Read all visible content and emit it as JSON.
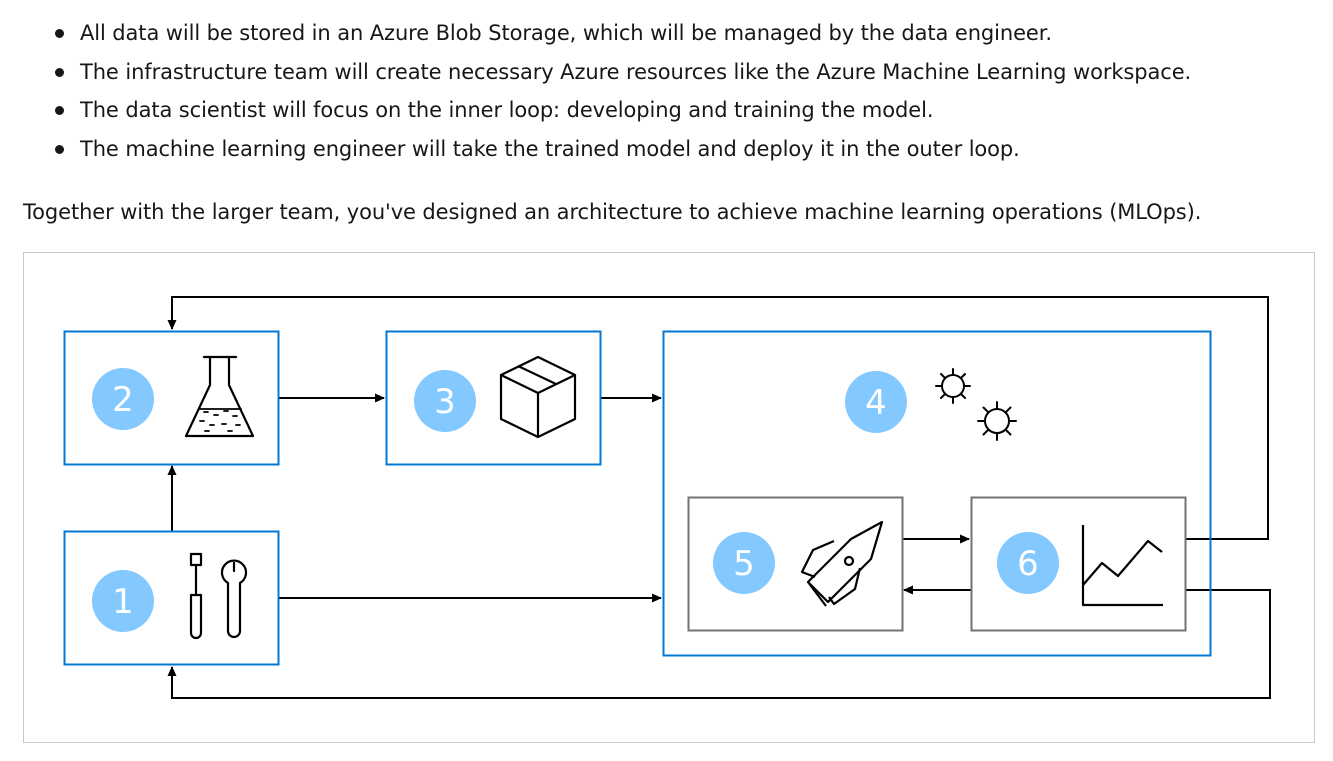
{
  "bullets": [
    "All data will be stored in an Azure Blob Storage, which will be managed by the data engineer.",
    "The infrastructure team will create necessary Azure resources like the Azure Machine Learning workspace.",
    "The data scientist will focus on the inner loop: developing and training the model.",
    "The machine learning engineer will take the trained model and deploy it in the outer loop."
  ],
  "intro": "Together with the larger team, you've designed an architecture to achieve machine learning operations (MLOps).",
  "diagram": {
    "colors": {
      "box_border_blue": "#0078d4",
      "box_border_gray": "#737373",
      "badge_fill": "#83c8ff",
      "badge_text": "#ffffff",
      "arrow": "#000000",
      "frame": "#c8c8c8"
    },
    "nodes": [
      {
        "label": "1",
        "icon": "tools-icon"
      },
      {
        "label": "2",
        "icon": "flask-icon"
      },
      {
        "label": "3",
        "icon": "package-icon"
      },
      {
        "label": "4",
        "icon": "gears-icon"
      },
      {
        "label": "5",
        "icon": "rocket-icon"
      },
      {
        "label": "6",
        "icon": "line-chart-icon"
      }
    ]
  }
}
